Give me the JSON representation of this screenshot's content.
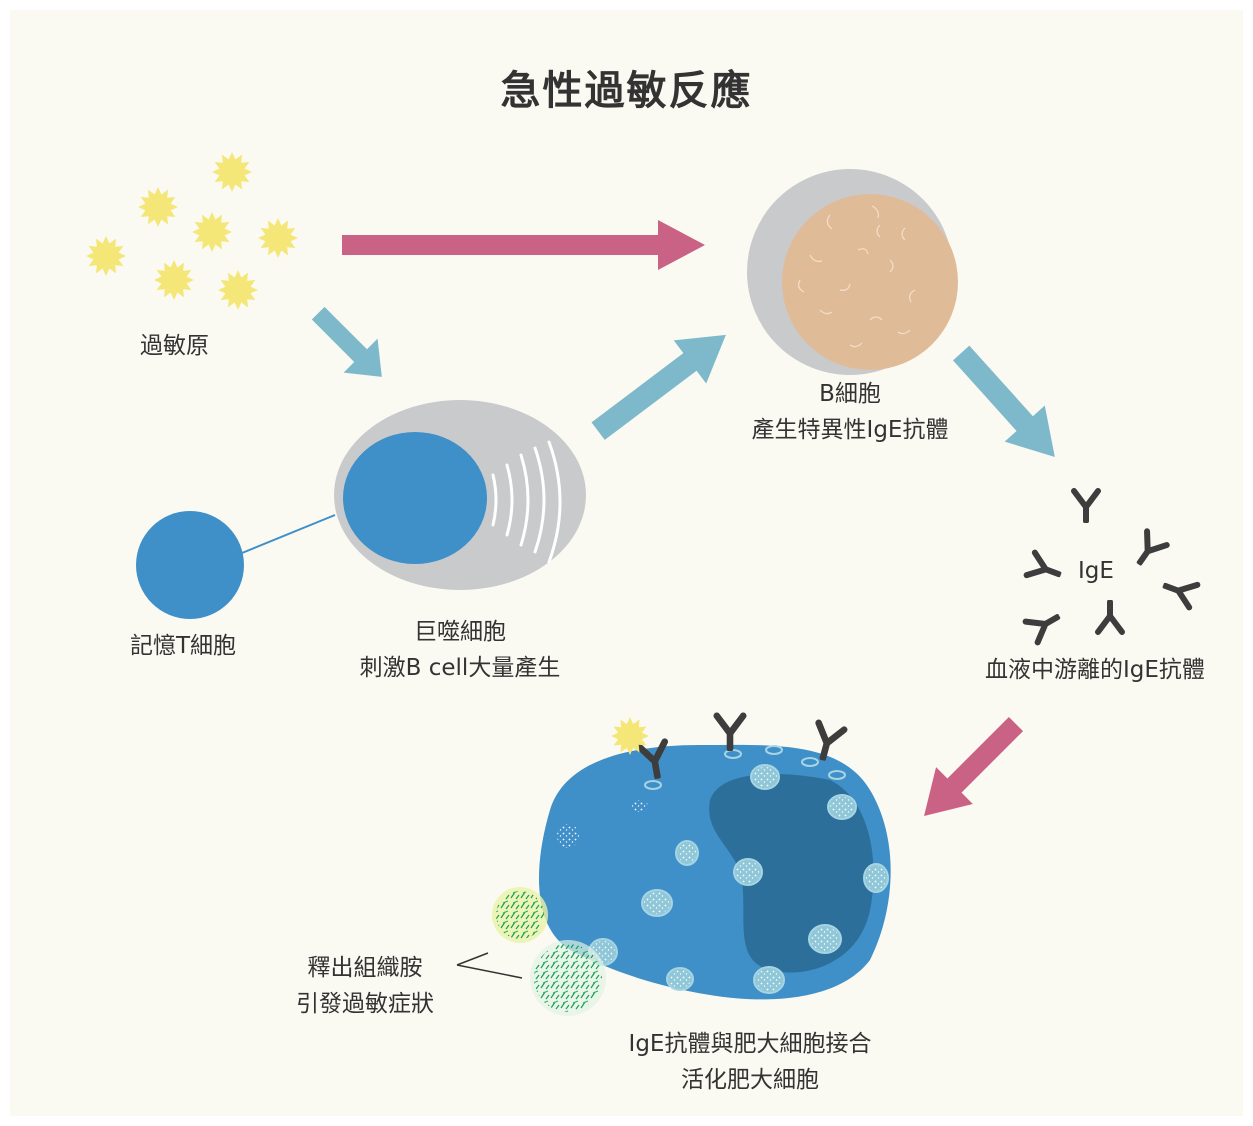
{
  "title": "急性過敏反應",
  "colors": {
    "background": "#fbfaf2",
    "text": "#333333",
    "allergen": "#f5e678",
    "pink_arrow": "#c96285",
    "blue_arrow": "#7db9cb",
    "cell_blue": "#3f8fc8",
    "cell_dark_blue": "#2c6f9a",
    "cell_gray": "#c9cacc",
    "b_cell_nucleus": "#e0bb98",
    "antibody": "#3d3d3d",
    "histamine": "#1b9c51"
  },
  "labels": {
    "allergen": "過敏原",
    "memory_t_cell": "記憶T細胞",
    "macrophage_line1": "巨噬細胞",
    "macrophage_line2": "刺激B cell大量產生",
    "b_cell_line1": "B細胞",
    "b_cell_line2": "產生特異性IgE抗體",
    "ige_center": "IgE",
    "ige_free": "血液中游離的IgE抗體",
    "histamine_line1": "釋出組織胺",
    "histamine_line2": "引發過敏症狀",
    "mast_cell_line1": "IgE抗體與肥大細胞接合",
    "mast_cell_line2": "活化肥大細胞"
  }
}
